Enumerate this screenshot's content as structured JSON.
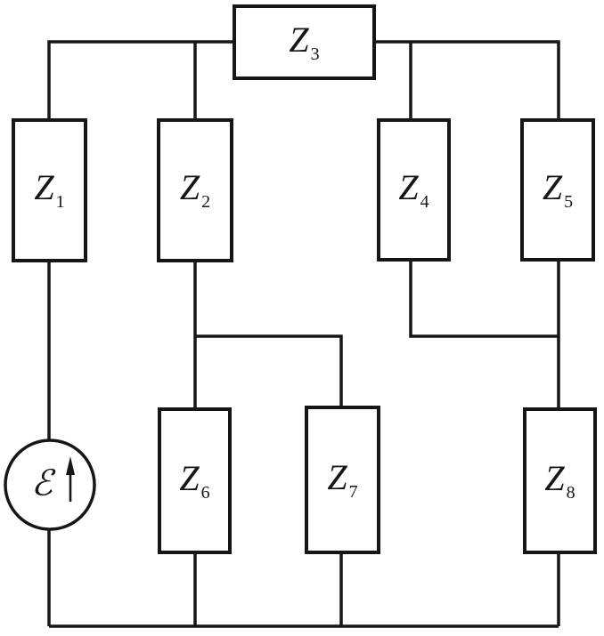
{
  "diagram": {
    "type": "circuit-diagram",
    "description": "Impedance network driven by an EMF source: Z1 in the source branch; Z2, Z3 group and Z4, Z5 group across the top; Z6, Z7 in parallel below Z2; Z8 below Z5.",
    "emf": {
      "symbol": "ℰ",
      "arrow_direction": "up"
    },
    "components": [
      {
        "id": "Z1",
        "symbol": "Z",
        "sub": "1"
      },
      {
        "id": "Z2",
        "symbol": "Z",
        "sub": "2"
      },
      {
        "id": "Z3",
        "symbol": "Z",
        "sub": "3"
      },
      {
        "id": "Z4",
        "symbol": "Z",
        "sub": "4"
      },
      {
        "id": "Z5",
        "symbol": "Z",
        "sub": "5"
      },
      {
        "id": "Z6",
        "symbol": "Z",
        "sub": "6"
      },
      {
        "id": "Z7",
        "symbol": "Z",
        "sub": "7"
      },
      {
        "id": "Z8",
        "symbol": "Z",
        "sub": "8"
      }
    ],
    "colors": {
      "line": "#161616",
      "background": "#ffffff"
    }
  }
}
